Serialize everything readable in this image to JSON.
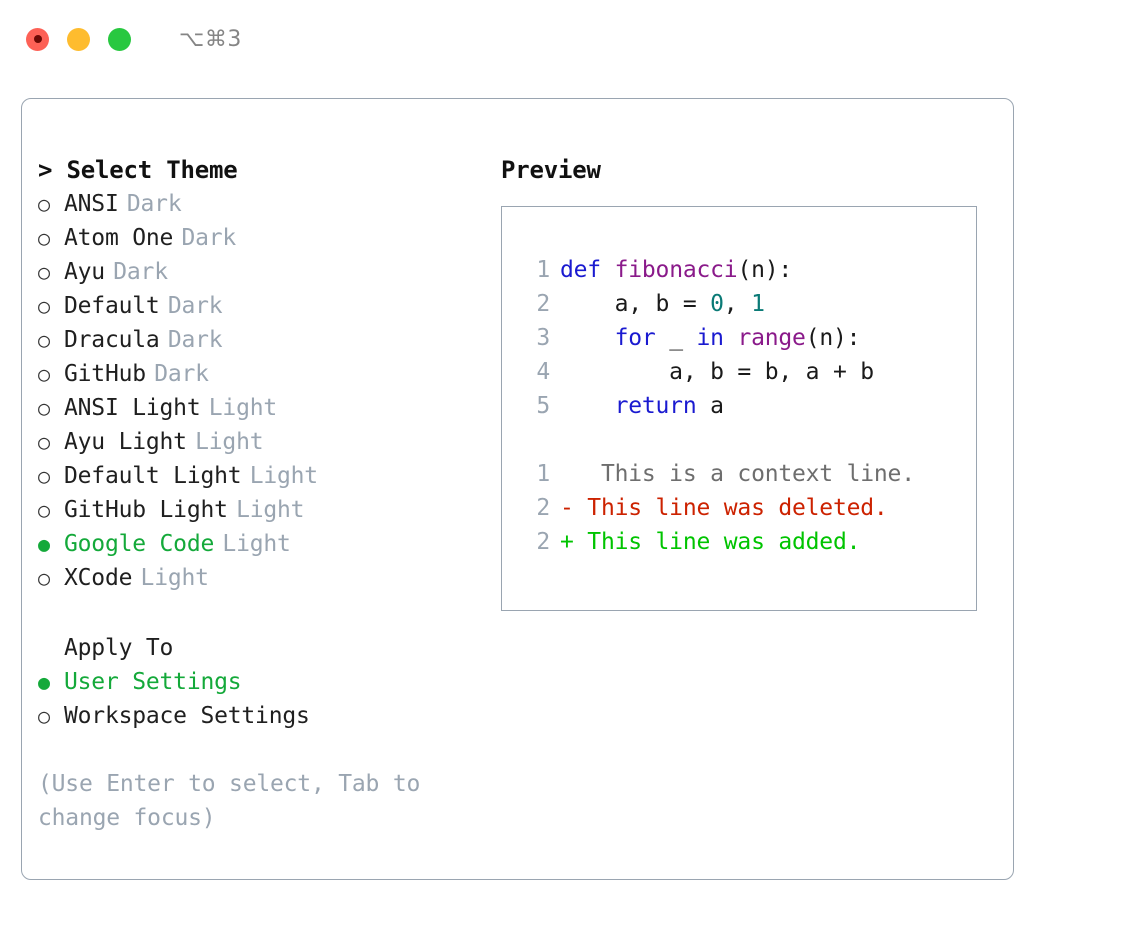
{
  "window": {
    "traffic_lights": [
      {
        "name": "close",
        "color": "#fd6156"
      },
      {
        "name": "minimize",
        "color": "#febc2e"
      },
      {
        "name": "zoom",
        "color": "#28c840"
      }
    ],
    "shortcut_label": "⌥⌘3"
  },
  "theme_panel": {
    "heading": "> Select Theme",
    "selected_marker": "●",
    "unselected_marker": "○",
    "accent_color": "#14a93a",
    "options": [
      {
        "marker": "○",
        "name": "ANSI",
        "kind": "Dark",
        "selected": false
      },
      {
        "marker": "○",
        "name": "Atom One",
        "kind": "Dark",
        "selected": false
      },
      {
        "marker": "○",
        "name": "Ayu",
        "kind": "Dark",
        "selected": false
      },
      {
        "marker": "○",
        "name": "Default",
        "kind": "Dark",
        "selected": false
      },
      {
        "marker": "○",
        "name": "Dracula",
        "kind": "Dark",
        "selected": false
      },
      {
        "marker": "○",
        "name": "GitHub",
        "kind": "Dark",
        "selected": false
      },
      {
        "marker": "○",
        "name": "ANSI Light",
        "kind": "Light",
        "selected": false
      },
      {
        "marker": "○",
        "name": "Ayu Light",
        "kind": "Light",
        "selected": false
      },
      {
        "marker": "○",
        "name": "Default Light",
        "kind": "Light",
        "selected": false
      },
      {
        "marker": "○",
        "name": "GitHub Light",
        "kind": "Light",
        "selected": false
      },
      {
        "marker": "●",
        "name": "Google Code",
        "kind": "Light",
        "selected": true
      },
      {
        "marker": "○",
        "name": "XCode",
        "kind": "Light",
        "selected": false
      }
    ]
  },
  "apply_to": {
    "heading": "Apply To",
    "options": [
      {
        "marker": "●",
        "label": "User Settings",
        "selected": true
      },
      {
        "marker": "○",
        "label": "Workspace Settings",
        "selected": false
      }
    ]
  },
  "footer_hint": "(Use Enter to select, Tab to change focus)",
  "preview": {
    "heading": "Preview",
    "code_lines": [
      {
        "num": "1",
        "tokens": [
          {
            "t": "def",
            "c": "kw"
          },
          {
            "t": " ",
            "c": "plain"
          },
          {
            "t": "fibonacci",
            "c": "fn"
          },
          {
            "t": "(n):",
            "c": "punc"
          }
        ]
      },
      {
        "num": "2",
        "tokens": [
          {
            "t": "    a, b = ",
            "c": "plain"
          },
          {
            "t": "0",
            "c": "num"
          },
          {
            "t": ", ",
            "c": "plain"
          },
          {
            "t": "1",
            "c": "num"
          }
        ]
      },
      {
        "num": "3",
        "tokens": [
          {
            "t": "    ",
            "c": "plain"
          },
          {
            "t": "for",
            "c": "kw"
          },
          {
            "t": " _ ",
            "c": "plain"
          },
          {
            "t": "in",
            "c": "kw"
          },
          {
            "t": " ",
            "c": "plain"
          },
          {
            "t": "range",
            "c": "fn"
          },
          {
            "t": "(n):",
            "c": "punc"
          }
        ]
      },
      {
        "num": "4",
        "tokens": [
          {
            "t": "        a, b = b, a + b",
            "c": "plain"
          }
        ]
      },
      {
        "num": "5",
        "tokens": [
          {
            "t": "    ",
            "c": "plain"
          },
          {
            "t": "return",
            "c": "kw"
          },
          {
            "t": " a",
            "c": "plain"
          }
        ]
      }
    ],
    "diff_lines": [
      {
        "num": "1",
        "sign": " ",
        "text": "  This is a context line.",
        "kind": "ctx"
      },
      {
        "num": "2",
        "sign": "-",
        "text": " This line was deleted.",
        "kind": "del"
      },
      {
        "num": "2",
        "sign": "+",
        "text": " This line was added.",
        "kind": "add"
      }
    ],
    "diff_colors": {
      "context": "#6e6e6e",
      "deleted": "#cc2200",
      "added": "#00c400"
    }
  }
}
